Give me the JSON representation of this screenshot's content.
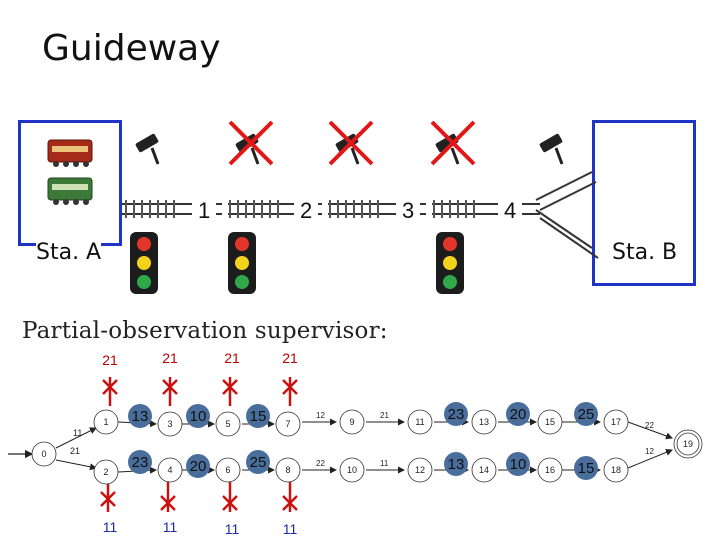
{
  "title": "Guideway",
  "stations": {
    "a": "Sta. A",
    "b": "Sta. B"
  },
  "blocks": [
    "1",
    "2",
    "3",
    "4"
  ],
  "heading": "Partial-observation supervisor:",
  "top_labels": [
    "21",
    "21",
    "21",
    "21"
  ],
  "bottom_labels": [
    "11",
    "11",
    "11",
    "11"
  ],
  "state_labels": [
    "0",
    "1",
    "2",
    "3",
    "4",
    "5",
    "6",
    "7",
    "8",
    "9",
    "10",
    "11",
    "12",
    "13",
    "14",
    "15",
    "16",
    "17",
    "18",
    "19"
  ],
  "upper_edges": [
    "11",
    "13",
    "10",
    "15",
    "12",
    "21",
    "23",
    "20",
    "25",
    "22"
  ],
  "lower_edges": [
    "21",
    "23",
    "20",
    "25",
    "22",
    "11",
    "13",
    "10",
    "15",
    "12"
  ],
  "colors": {
    "station_border": "#1f33c4",
    "cross": "#cc1111",
    "badge": "#4a6e9c",
    "top_label": "#c00000",
    "bottom_label": "#1a2aa8"
  }
}
